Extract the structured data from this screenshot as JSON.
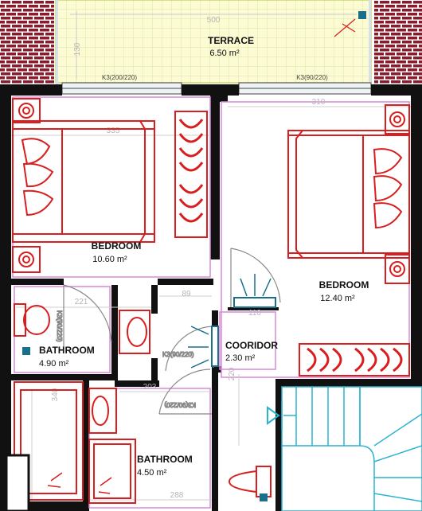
{
  "rooms": {
    "terrace": {
      "label": "TERRACE",
      "area": "6.50 m²"
    },
    "bedroom_1": {
      "label": "BEDROOM",
      "area": "10.60 m²"
    },
    "bedroom_2": {
      "label": "BEDROOM",
      "area": "12.40 m²"
    },
    "bathroom_1": {
      "label": "BATHROOM",
      "area": "4.90 m²"
    },
    "corridor": {
      "label": "COORIDOR",
      "area": "2.30 m²"
    },
    "bathroom_2": {
      "label": "BATHROOM",
      "area": "4.50 m²"
    }
  },
  "dimensions": {
    "terrace_width": "500",
    "terrace_height": "130",
    "bedroom_2_width": "310",
    "bedroom_1_width": "335",
    "bath_1_width": "221",
    "corridor_width": "89",
    "vent_width": "110",
    "corridor_height": "220",
    "bath_2_width": "203",
    "bath_1_height": "340",
    "bath_2_bottom_width": "288"
  },
  "door_codes": {
    "terrace_left": "K3(200/220)",
    "terrace_right": "K3(90/220)",
    "bath_1_door": "K3(90/220)",
    "corridor_door": "K3(90/220)",
    "bath_2_door": "K3(90/220)"
  },
  "colors": {
    "wall": "#111111",
    "brick": "#8b1a2b",
    "terrace_fill": "#fdfbd3",
    "furniture": "#d81e1e",
    "fixture": "#1a6f8a",
    "room_outline": "#d88ad8",
    "stairs": "#2ab4d0"
  }
}
